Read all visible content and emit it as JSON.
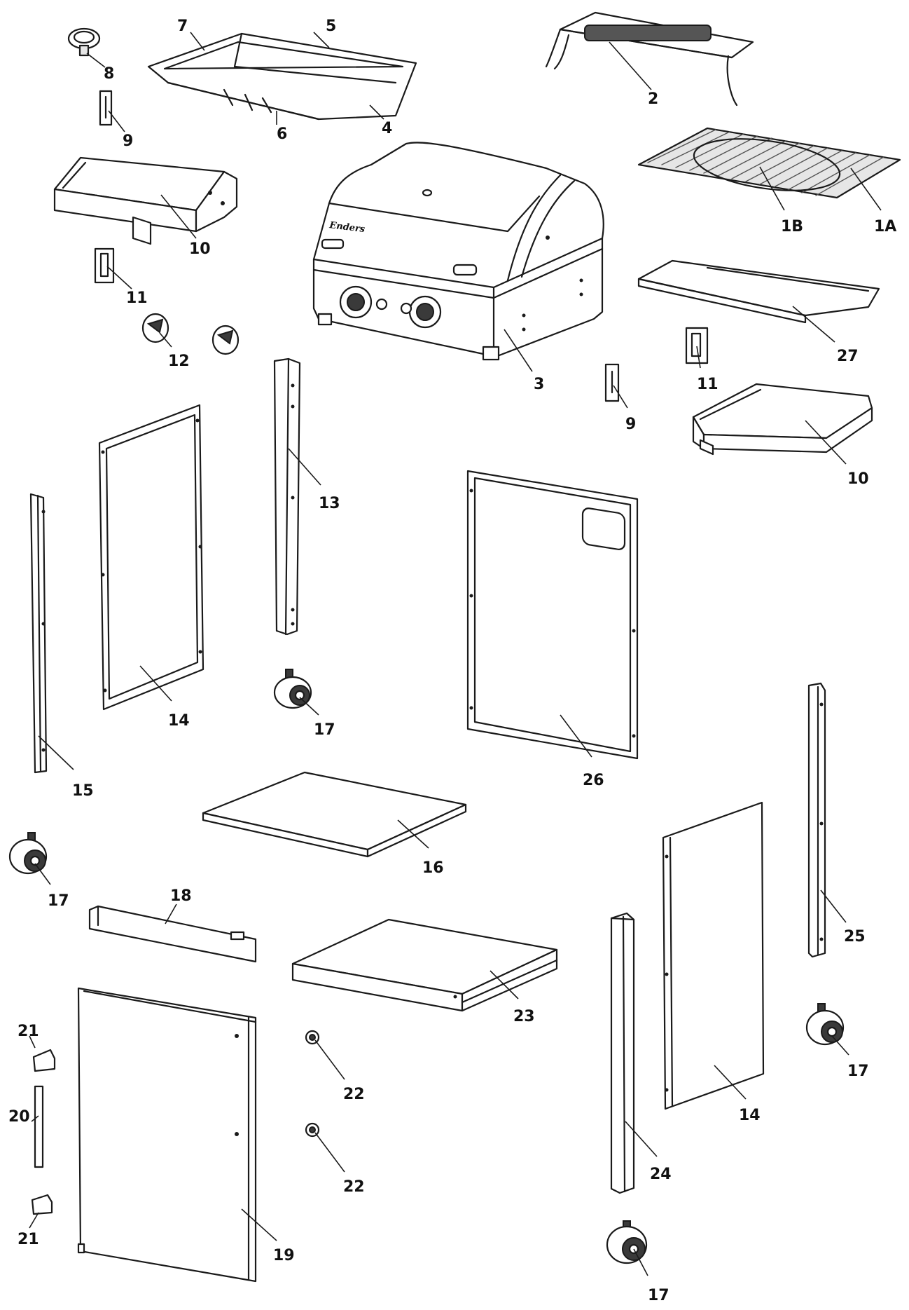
{
  "diagram": {
    "callouts": {
      "p1a": "1A",
      "p1b": "1B",
      "p2": "2",
      "p3": "3",
      "p4": "4",
      "p5": "5",
      "p6": "6",
      "p7": "7",
      "p8": "8",
      "p9": "9",
      "p10": "10",
      "p11": "11",
      "p12": "12",
      "p13": "13",
      "p14": "14",
      "p15": "15",
      "p16": "16",
      "p17": "17",
      "p18": "18",
      "p19": "19",
      "p20": "20",
      "p21": "21",
      "p22": "22",
      "p23": "23",
      "p24": "24",
      "p25": "25",
      "p26": "26",
      "p27": "27"
    },
    "brand_mark": "Enders"
  }
}
